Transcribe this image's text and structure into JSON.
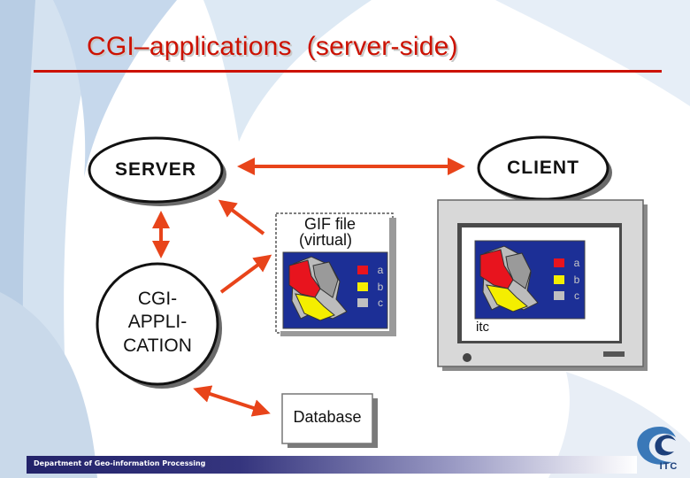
{
  "slide": {
    "title": "CGI–applications  (server-side)",
    "footer": "Department of Geo-information Processing"
  },
  "diagram": {
    "server_label": "SERVER",
    "client_label": "CLIENT",
    "cgi_label_lines": [
      "CGI-",
      "APPLI-",
      "CATION"
    ],
    "gif_label_lines": [
      "GIF file",
      "(virtual)"
    ],
    "database_label": "Database",
    "screen_label": "itc",
    "legend_letters": [
      "a",
      "b",
      "c"
    ],
    "logo_text": "ITC"
  },
  "colors": {
    "title_red": "#cc1100",
    "arrow_orange": "#e8441a",
    "legend_red": "#e8141e",
    "legend_yellow": "#f4ee00",
    "legend_grey": "#c0c0c0",
    "map_background": "#1c2f96"
  }
}
